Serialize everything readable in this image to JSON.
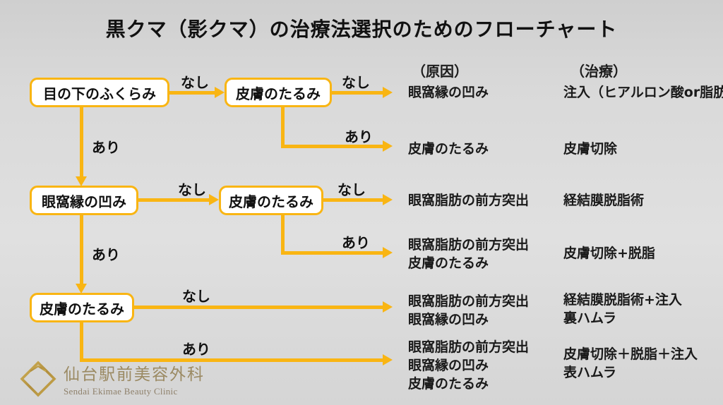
{
  "title": "黒クマ（影クマ）の治療法選択のためのフローチャート",
  "headers": {
    "cause": "（原因）",
    "treatment": "（治療）"
  },
  "edge_labels": {
    "no": "なし",
    "yes": "あり"
  },
  "boxes": {
    "b1": "目の下のふくらみ",
    "b2": "皮膚のたるみ",
    "b3": "眼窩縁の凹み",
    "b4": "皮膚のたるみ",
    "b5": "皮膚のたるみ"
  },
  "rows": [
    {
      "cause": [
        "眼窩縁の凹み"
      ],
      "treatment": [
        "注入（ヒアルロン酸or脂肪）"
      ]
    },
    {
      "cause": [
        "皮膚のたるみ"
      ],
      "treatment": [
        "皮膚切除"
      ]
    },
    {
      "cause": [
        "眼窩脂肪の前方突出"
      ],
      "treatment": [
        "経結膜脱脂術"
      ]
    },
    {
      "cause": [
        "眼窩脂肪の前方突出",
        "皮膚のたるみ"
      ],
      "treatment": [
        "皮膚切除+脱脂"
      ]
    },
    {
      "cause": [
        "眼窩脂肪の前方突出",
        "眼窩縁の凹み"
      ],
      "treatment": [
        "経結膜脱脂術+注入",
        "裏ハムラ"
      ]
    },
    {
      "cause": [
        "眼窩脂肪の前方突出",
        "眼窩縁の凹み",
        "皮膚のたるみ"
      ],
      "treatment": [
        "皮膚切除＋脱脂＋注入",
        "表ハムラ"
      ]
    }
  ],
  "logo": {
    "name_jp": "仙台駅前美容外科",
    "name_en": "Sendai Ekimae Beauty Clinic"
  },
  "colors": {
    "accent": "#F9B513",
    "logo_gold": "#9b8a63",
    "background": "#dcdcdc",
    "box_fill": "#ffffff"
  }
}
